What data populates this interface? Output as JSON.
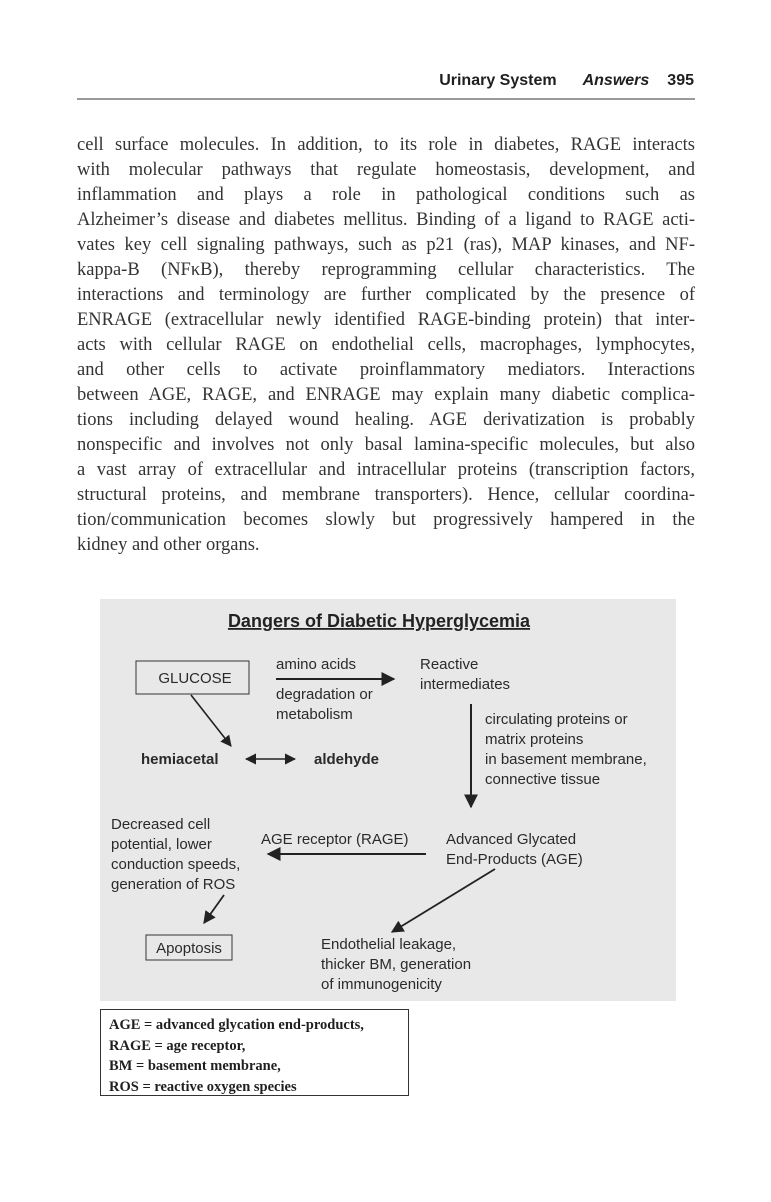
{
  "header": {
    "section": "Urinary System",
    "answers": "Answers",
    "page_number": "395"
  },
  "body_lines": [
    "cell surface molecules. In addition, to its role in diabetes, RAGE interacts",
    "with molecular pathways that regulate homeostasis, development, and",
    "inflammation and plays a role in pathological conditions such as",
    "Alzheimer’s disease and diabetes mellitus. Binding of a ligand to RAGE acti-",
    "vates key cell signaling pathways, such as p21 (ras), MAP kinases, and NF-",
    "kappa-B (NFκB), thereby reprogramming cellular characteristics. The",
    "interactions and terminology are further complicated by the presence of",
    "ENRAGE (extracellular newly identified RAGE-binding protein) that inter-",
    "acts with cellular RAGE on endothelial cells, macrophages, lymphocytes,",
    "and other cells to activate proinflammatory mediators. Interactions",
    "between AGE, RAGE, and ENRAGE may explain many diabetic complica-",
    "tions including delayed wound healing. AGE derivatization is probably",
    "nonspecific and involves not only basal lamina-specific molecules, but also",
    "a vast array of extracellular and intracellular proteins (transcription factors,",
    "structural proteins, and membrane transporters). Hence, cellular coordina-",
    "tion/communication becomes slowly but progressively hampered in the",
    "kidney and other organs."
  ],
  "figure": {
    "title": "Dangers of Diabetic Hyperglycemia",
    "glucose": "GLUCOSE",
    "amino_acids": "amino acids",
    "degradation": [
      "degradation or",
      "metabolism"
    ],
    "reactive": [
      "Reactive",
      "intermediates"
    ],
    "circulating": [
      "circulating proteins or",
      "matrix proteins",
      "in basement membrane,",
      "connective tissue"
    ],
    "hemiacetal": "hemiacetal",
    "aldehyde": "aldehyde",
    "decreased": [
      "Decreased cell",
      "potential, lower",
      "conduction speeds,",
      "generation of ROS"
    ],
    "rage": "AGE receptor (RAGE)",
    "age": [
      "Advanced Glycated",
      "End-Products (AGE)"
    ],
    "apoptosis": "Apoptosis",
    "endothelial": [
      "Endothelial leakage,",
      "thicker BM, generation",
      "of immunogenicity"
    ]
  },
  "legend": [
    "AGE = advanced glycation end-products,",
    "RAGE = age receptor,",
    "BM = basement membrane,",
    "ROS = reactive oxygen species"
  ]
}
